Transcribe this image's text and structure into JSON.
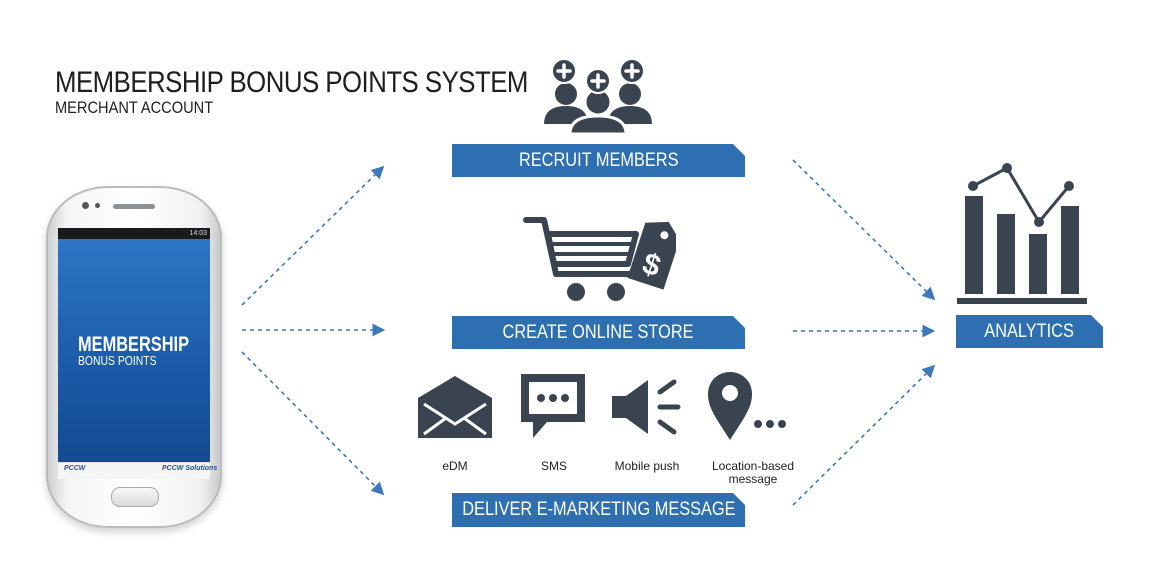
{
  "title": "MEMBERSHIP BONUS POINTS SYSTEM",
  "subtitle": "MERCHANT ACCOUNT",
  "phone": {
    "title": "MEMBERSHIP",
    "subtitle": "BONUS POINTS",
    "brand_left": "PCCW",
    "brand_right": "PCCW Solutions",
    "clock": "14:03"
  },
  "steps": {
    "recruit": "RECRUIT MEMBERS",
    "store": "CREATE ONLINE STORE",
    "deliver": "DELIVER E-MARKETING MESSAGE",
    "analytics": "ANALYTICS"
  },
  "channels": [
    {
      "label": "eDM",
      "icon": "envelope-icon"
    },
    {
      "label": "SMS",
      "icon": "chat-bubble-icon"
    },
    {
      "label": "Mobile push",
      "icon": "speaker-icon"
    },
    {
      "label": "Location-based message",
      "icon": "location-pin-icon"
    }
  ],
  "colors": {
    "banner": "#2d6fb0",
    "icon": "#3a4350",
    "arrow": "#3d78b8",
    "screen": "#1f62b3"
  }
}
